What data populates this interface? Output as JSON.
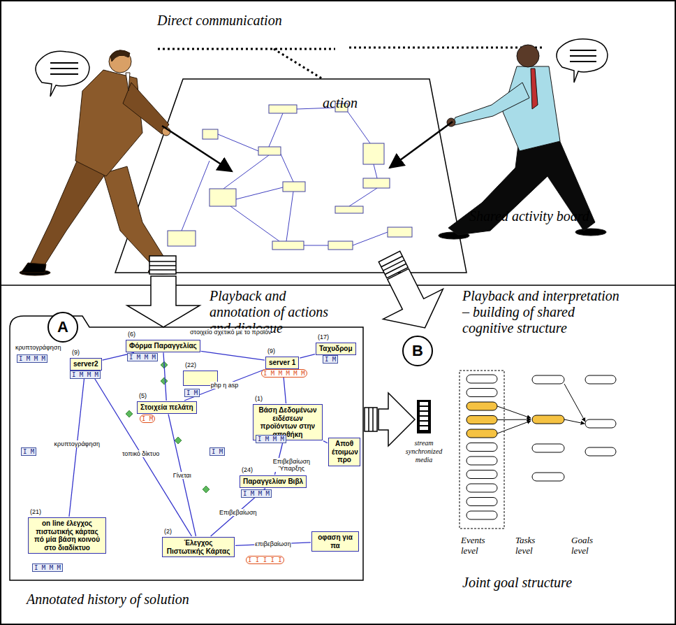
{
  "diagram": {
    "nodes": [
      {
        "text": [
          "A"
        ]
      },
      {
        "text": [
          "B"
        ]
      },
      {
        "text": [
          "(6)",
          "Φόρμα Παραγγελίας"
        ]
      },
      {
        "text": [
          "(9)",
          "server2"
        ]
      },
      {
        "text": [
          "(22)"
        ]
      },
      {
        "text": [
          "(5)",
          "Στοιχεία πελάτη"
        ]
      },
      {
        "text": [
          "(9)",
          "server 1"
        ]
      },
      {
        "text": [
          "(17)",
          "Ταχυδρομ"
        ]
      },
      {
        "text": [
          "(1)",
          "Βάση Δεδομένων ειδέσεων προϊόντων στην αποθήκη"
        ]
      },
      {
        "text": [
          "(24)",
          "Παραγγελίαν Βιβλ"
        ]
      },
      {
        "text": [
          "Αποθ έτοιμων προ"
        ]
      },
      {
        "text": [
          "(21)",
          "on line έλεγχος πιστωτικής κάρτας πό μία βάση κοινού στο διαδίκτυο"
        ]
      },
      {
        "text": [
          "(2)",
          "Έλεγχος Πιστωτικής Κάρτας"
        ]
      },
      {
        "text": [
          "οφαση για πα"
        ]
      }
    ],
    "edges": [
      {
        "from": 3,
        "to": 2,
        "arrow": "none"
      },
      {
        "from": 2,
        "to": 5,
        "arrow": "none"
      },
      {
        "from": 5,
        "to": 6,
        "label": "php η asp",
        "arrow": "none"
      },
      {
        "from": 2,
        "to": 6,
        "arrow": "none"
      },
      {
        "from": 6,
        "to": 7,
        "arrow": "none"
      },
      {
        "from": 6,
        "to": 8,
        "arrow": "none"
      },
      {
        "from": 3,
        "to": 11,
        "label": "κρυπτογράφηση",
        "arrow": "none"
      },
      {
        "from": 3,
        "to": 12,
        "label": "τοπικό δίκτυο",
        "arrow": "none"
      },
      {
        "from": 5,
        "to": 12,
        "label": "Γίνεται",
        "arrow": "none"
      },
      {
        "from": 8,
        "to": 9,
        "label": "Επιβεβαίωση Ύπαρξης",
        "arrow": "none"
      },
      {
        "from": 8,
        "to": 10,
        "arrow": "none"
      },
      {
        "from": 9,
        "to": 12,
        "label": "Επιβεβαίωση",
        "arrow": "none"
      },
      {
        "from": 12,
        "to": 13,
        "label": "επιβεβαίωση",
        "arrow": "none"
      }
    ],
    "labels": [
      "Direct communication",
      "action",
      "Shared activity board",
      "Playback and annotation of actions and dialogue",
      "Playback and interpretation – building of shared cognitive structure",
      "Annotated history of solution",
      "Joint goal structure",
      "stream synchronized media",
      "Events level",
      "Tasks level",
      "Goals level",
      "κρυπτογράφηση",
      "στοιχείο σχετικό με το προϊόν",
      "I M M M",
      "I M M M",
      "I M M M",
      "I M",
      "I M",
      "I M M M M M",
      "I M",
      "I M M M",
      "I M M M",
      "I M",
      "I M M M",
      "I M",
      "I I I I I"
    ]
  }
}
